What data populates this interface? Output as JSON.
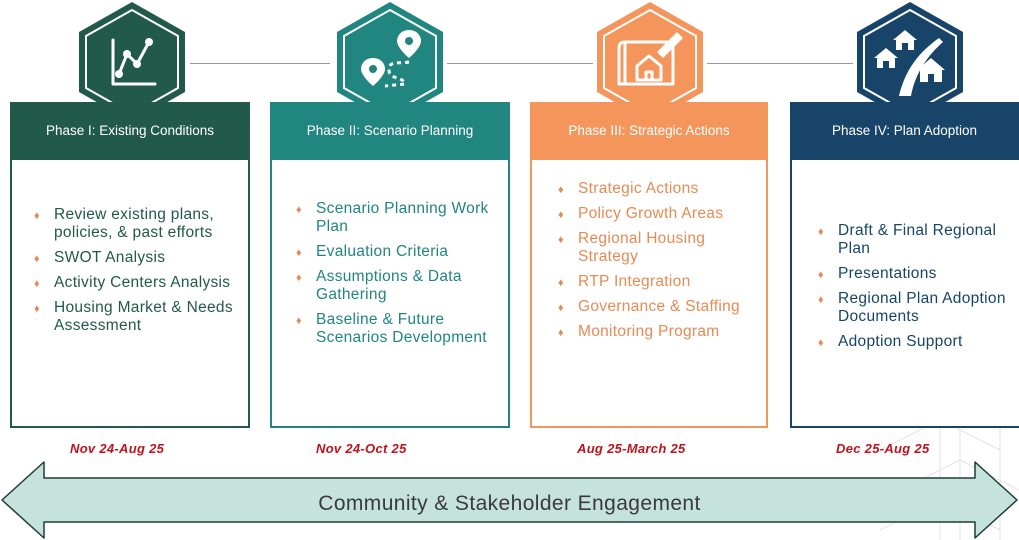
{
  "phases": [
    {
      "title": "Phase I: Existing Conditions",
      "icon": "line-chart-icon",
      "color": "#225a4a",
      "items": [
        "Review existing plans, policies, & past efforts",
        "SWOT Analysis",
        "Activity Centers Analysis",
        "Housing Market & Needs Assessment"
      ],
      "dates": "Nov 24-Aug 25"
    },
    {
      "title": "Phase II: Scenario Planning",
      "icon": "route-pin-icon",
      "color": "#218580",
      "items": [
        "Scenario Planning Work Plan",
        "Evaluation Criteria",
        "Assumptions & Data Gathering",
        "Baseline & Future Scenarios Development"
      ],
      "dates": "Nov 24-Oct 25"
    },
    {
      "title": "Phase III: Strategic Actions",
      "icon": "blueprint-house-icon",
      "color": "#f4965c",
      "items": [
        "Strategic Actions",
        "Policy Growth Areas",
        "Regional Housing Strategy",
        "RTP Integration",
        "Governance & Staffing",
        "Monitoring Program"
      ],
      "dates": "Aug 25-March 25"
    },
    {
      "title": "Phase IV: Plan Adoption",
      "icon": "houses-road-icon",
      "color": "#174468",
      "items": [
        "Draft & Final Regional Plan",
        "Presentations",
        "Regional Plan Adoption Documents",
        "Adoption Support"
      ],
      "dates": "Dec 25-Aug 25"
    }
  ],
  "engagement": {
    "label": "Community & Stakeholder Engagement",
    "fill": "#c5e3dc",
    "stroke": "#1d3c36"
  }
}
